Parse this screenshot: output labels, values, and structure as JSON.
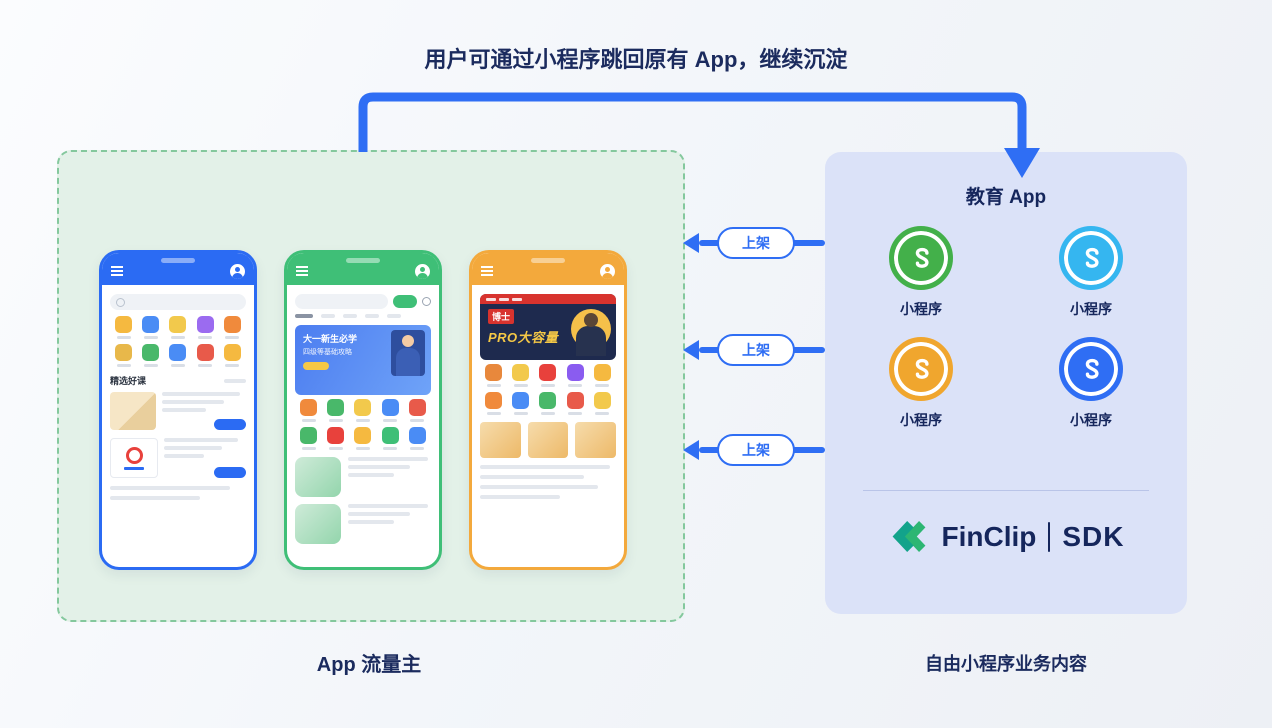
{
  "title": "用户可通过小程序跳回原有 App，继续沉淀",
  "colors": {
    "accent_blue": "#2F6EF4",
    "navy_text": "#1B2B5E",
    "left_box_border": "#84C89D",
    "left_box_bg": "#E3F1E8",
    "right_box_bg": "#DBE2F8",
    "phone_blue": "#2B6BF3",
    "phone_green": "#3FBF77",
    "phone_orange": "#F3A93C",
    "mini_green": "#43B04A",
    "mini_lightblue": "#35B6F0",
    "mini_orange": "#F0A62E",
    "mini_blue": "#2F6EF4",
    "finclip_teal": "#12A38B",
    "finclip_green": "#2DB673"
  },
  "left_panel": {
    "caption": "App 流量主",
    "phones": {
      "blue": {
        "section_title": "精选好课"
      },
      "green": {
        "banner_line1": "大一新生必学",
        "banner_line2": "四级等基础攻略"
      },
      "orange": {
        "banner_tag": "博士",
        "banner_line": "PRO大容量"
      }
    }
  },
  "arrows": {
    "publish_labels": [
      "上架",
      "上架",
      "上架"
    ]
  },
  "right_panel": {
    "title": "教育 App",
    "miniprograms": [
      {
        "label": "小程序",
        "color": "#43B04A"
      },
      {
        "label": "小程序",
        "color": "#35B6F0"
      },
      {
        "label": "小程序",
        "color": "#F0A62E"
      },
      {
        "label": "小程序",
        "color": "#2F6EF4"
      }
    ],
    "logo": {
      "brand": "FinClip",
      "suffix": "SDK"
    },
    "caption": "自由小程序业务内容"
  }
}
